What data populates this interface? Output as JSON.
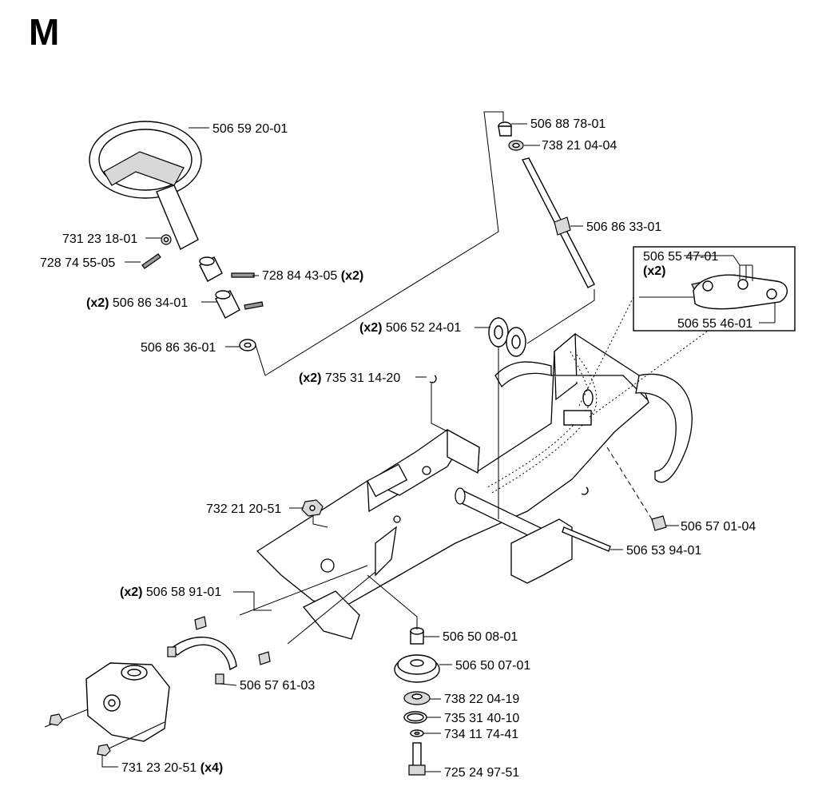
{
  "section": {
    "letter": "M"
  },
  "parts": {
    "steering_wheel": {
      "number": "506 59 20-01",
      "qty": ""
    },
    "nut_wheel": {
      "number": "731 23 18-01",
      "qty": ""
    },
    "screw_wheel": {
      "number": "728 74 55-05",
      "qty": ""
    },
    "set_screw": {
      "number": "728 84 43-05",
      "qty": "(x2)"
    },
    "collar": {
      "number": "506 86 34-01",
      "qty": "(x2)"
    },
    "washer_column": {
      "number": "506 86 36-01",
      "qty": ""
    },
    "bushing_top": {
      "number": "506 88 78-01",
      "qty": ""
    },
    "bearing_top": {
      "number": "738 21 04-04",
      "qty": ""
    },
    "steering_shaft": {
      "number": "506 86 33-01",
      "qty": ""
    },
    "cable_clamp": {
      "number": "506 55 47-01",
      "qty": "(x2)"
    },
    "cable_chain": {
      "number": "506 55 46-01",
      "qty": ""
    },
    "pulleys": {
      "number": "506 52 24-01",
      "qty": "(x2)"
    },
    "clip": {
      "number": "735 31 14-20",
      "qty": "(x2)"
    },
    "lock_nut": {
      "number": "732 21 20-51",
      "qty": ""
    },
    "bolt_frame": {
      "number": "506 57 01-04",
      "qty": ""
    },
    "pivot_pin": {
      "number": "506 53 94-01",
      "qty": ""
    },
    "tie_rod": {
      "number": "506 58 91-01",
      "qty": "(x2)"
    },
    "spacer": {
      "number": "506 50 08-01",
      "qty": ""
    },
    "sprocket": {
      "number": "506 50 07-01",
      "qty": ""
    },
    "bearing_bottom": {
      "number": "738 22 04-19",
      "qty": ""
    },
    "retaining_ring": {
      "number": "735 31 40-10",
      "qty": ""
    },
    "washer_bottom": {
      "number": "734 11 74-41",
      "qty": ""
    },
    "bracket": {
      "number": "506 57 61-03",
      "qty": ""
    },
    "axle_nut": {
      "number": "731 23 20-51",
      "qty": "(x4)"
    },
    "bolt_bottom": {
      "number": "725 24 97-51",
      "qty": ""
    }
  }
}
